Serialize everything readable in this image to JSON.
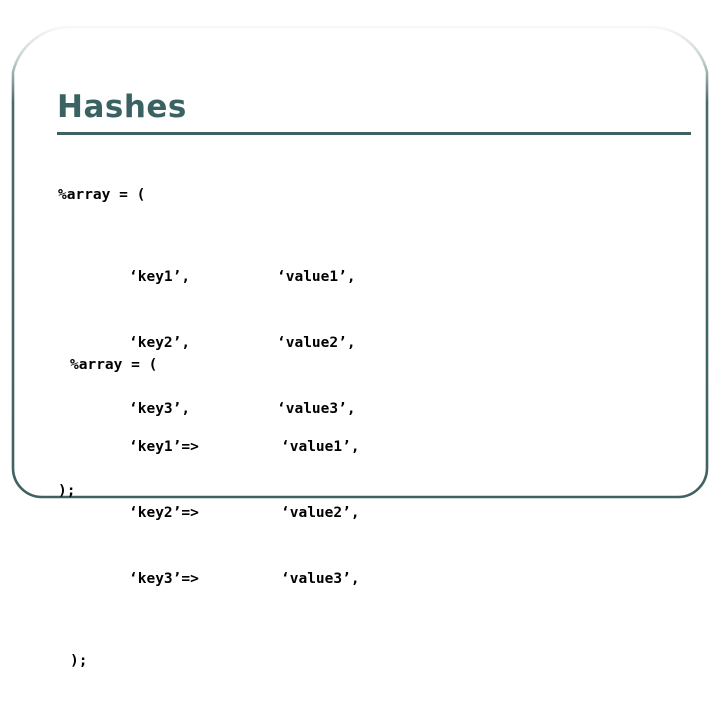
{
  "slide": {
    "title": "Hashes",
    "accent_color": "#3a6262",
    "border_color": "#3f6160",
    "rule_color": "#3f6160",
    "background_color": "#ffffff",
    "code_color": "#000000"
  },
  "code_blocks": [
    {
      "name": "hash-literal-comma-form",
      "open_line": "%array = (",
      "close_line": ");",
      "pairs": [
        {
          "key": "‘key1’,",
          "value": "‘value1’,"
        },
        {
          "key": "‘key2’,",
          "value": "‘value2’,"
        },
        {
          "key": "‘key3’,",
          "value": "‘value3’,"
        }
      ]
    },
    {
      "name": "hash-literal-fatcomma-form",
      "open_line": "%array = (",
      "close_line": ");",
      "pairs": [
        {
          "key": "‘key1’=>",
          "value": "‘value1’,"
        },
        {
          "key": "‘key2’=>",
          "value": "‘value2’,"
        },
        {
          "key": "‘key3’=>",
          "value": "‘value3’,"
        }
      ]
    }
  ]
}
